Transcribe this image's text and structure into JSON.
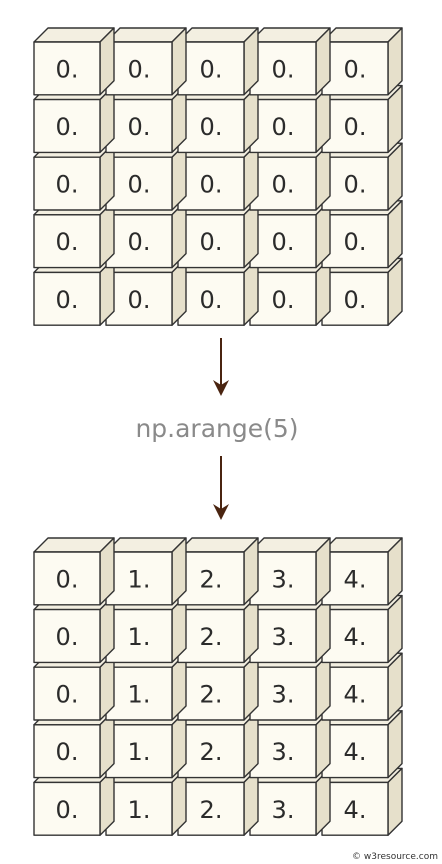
{
  "input_matrix": {
    "rows": [
      [
        "0.",
        "0.",
        "0.",
        "0.",
        "0."
      ],
      [
        "0.",
        "0.",
        "0.",
        "0.",
        "0."
      ],
      [
        "0.",
        "0.",
        "0.",
        "0.",
        "0."
      ],
      [
        "0.",
        "0.",
        "0.",
        "0.",
        "0."
      ],
      [
        "0.",
        "0.",
        "0.",
        "0.",
        "0."
      ]
    ]
  },
  "operation": {
    "label": "np.arange(5)"
  },
  "output_matrix": {
    "rows": [
      [
        "0.",
        "1.",
        "2.",
        "3.",
        "4."
      ],
      [
        "0.",
        "1.",
        "2.",
        "3.",
        "4."
      ],
      [
        "0.",
        "1.",
        "2.",
        "3.",
        "4."
      ],
      [
        "0.",
        "1.",
        "2.",
        "3.",
        "4."
      ],
      [
        "0.",
        "1.",
        "2.",
        "3.",
        "4."
      ]
    ]
  },
  "credit": {
    "text": "© w3resource.com"
  },
  "colors": {
    "cube_front": "#fdfbf2",
    "cube_top": "#f3efe1",
    "cube_side": "#e6e0cb",
    "cube_stroke": "#333333",
    "arrow": "#4a2410",
    "label": "#8a8a8a"
  }
}
